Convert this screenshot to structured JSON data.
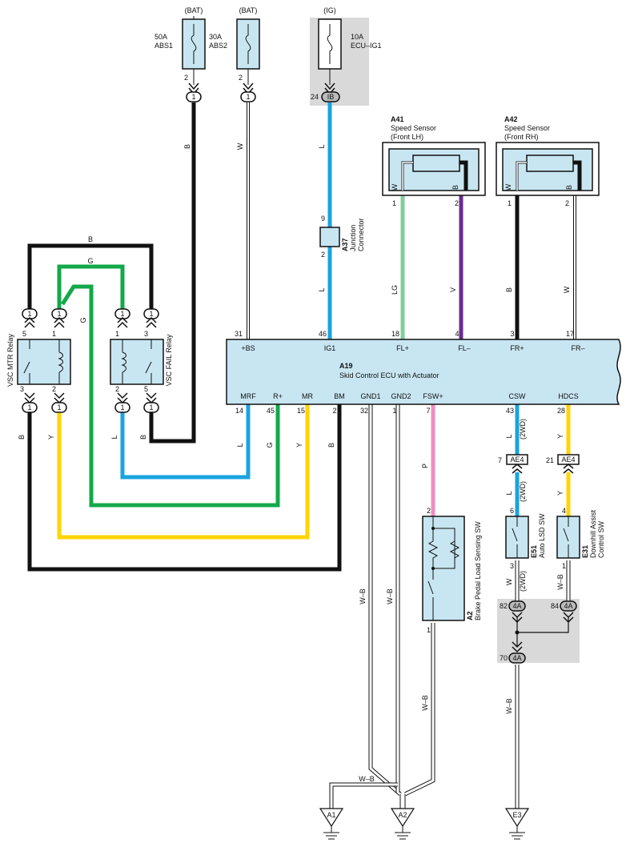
{
  "fuses": [
    {
      "supply": "(BAT)",
      "rating": "50A",
      "name": "ABS1",
      "pin": "2",
      "conn": "1"
    },
    {
      "supply": "(BAT)",
      "rating": "30A",
      "name": "ABS2",
      "pin": "2",
      "conn": "1"
    },
    {
      "supply": "(IG)",
      "rating": "10A",
      "name": "ECU–IG1",
      "pin": "24",
      "conn": "IB"
    }
  ],
  "wire_colors": {
    "B": "B",
    "W": "W",
    "L": "L",
    "G": "G",
    "Y": "Y",
    "LG": "LG",
    "V": "V",
    "P": "P",
    "WB": "W–B"
  },
  "junction": {
    "code": "A37",
    "name1": "Junction",
    "name2": "Connector",
    "pin_top": "9",
    "pin_bottom": "2"
  },
  "sensor_lh": {
    "code": "A41",
    "name": "Speed Sensor",
    "side": "(Front LH)",
    "pin_w": "1",
    "pin_b": "2",
    "lbl_w": "W",
    "lbl_b": "B"
  },
  "sensor_rh": {
    "code": "A42",
    "name": "Speed Sensor",
    "side": "(Front RH)",
    "pin_w": "1",
    "pin_b": "2",
    "lbl_w": "W",
    "lbl_b": "B"
  },
  "ecu": {
    "code": "A19",
    "name": "Skid Control ECU with Actuator",
    "top_pins": [
      {
        "num": "31",
        "name": "+BS"
      },
      {
        "num": "46",
        "name": "IG1"
      },
      {
        "num": "18",
        "name": "FL+"
      },
      {
        "num": "4",
        "name": "FL–"
      },
      {
        "num": "3",
        "name": "FR+"
      },
      {
        "num": "17",
        "name": "FR–"
      }
    ],
    "bottom_pins": [
      {
        "num": "14",
        "name": "MRF"
      },
      {
        "num": "45",
        "name": "R+"
      },
      {
        "num": "15",
        "name": "MR"
      },
      {
        "num": "2",
        "name": "BM"
      },
      {
        "num": "32",
        "name": "GND1"
      },
      {
        "num": "1",
        "name": "GND2"
      },
      {
        "num": "7",
        "name": "FSW+"
      },
      {
        "num": "43",
        "name": "CSW"
      },
      {
        "num": "28",
        "name": "HDCS"
      }
    ]
  },
  "relay_mtr": {
    "name": "VSC MTR Relay",
    "pin5": "5",
    "pin1": "1",
    "pin3": "3",
    "pin2": "2",
    "conn": "1"
  },
  "relay_fail": {
    "name": "VSC FAIL Relay",
    "pin1": "1",
    "pin3": "3",
    "pin2": "2",
    "pin5": "5",
    "conn": "1"
  },
  "ae4": {
    "label": "AE4",
    "pin_csw": "7",
    "pin_hdcs": "21",
    "note": "(2WD)"
  },
  "sw_lsd": {
    "code": "E51",
    "name": "Auto LSD SW",
    "pin_top": "6",
    "pin_bottom": "3"
  },
  "sw_dac": {
    "code": "E31",
    "name1": "Downhill Assist",
    "name2": "Control SW",
    "pin_top": "4",
    "pin_bottom": "1"
  },
  "sw_brake": {
    "code": "A2",
    "name": "Brake Pedal Load Sensing SW",
    "pin_top": "2",
    "pin_bottom": "1"
  },
  "conn_4a": {
    "label": "4A",
    "pin82": "82",
    "pin84": "84",
    "pin70": "70"
  },
  "grounds": [
    {
      "label": "A1"
    },
    {
      "label": "A2"
    },
    {
      "label": "E3"
    }
  ]
}
